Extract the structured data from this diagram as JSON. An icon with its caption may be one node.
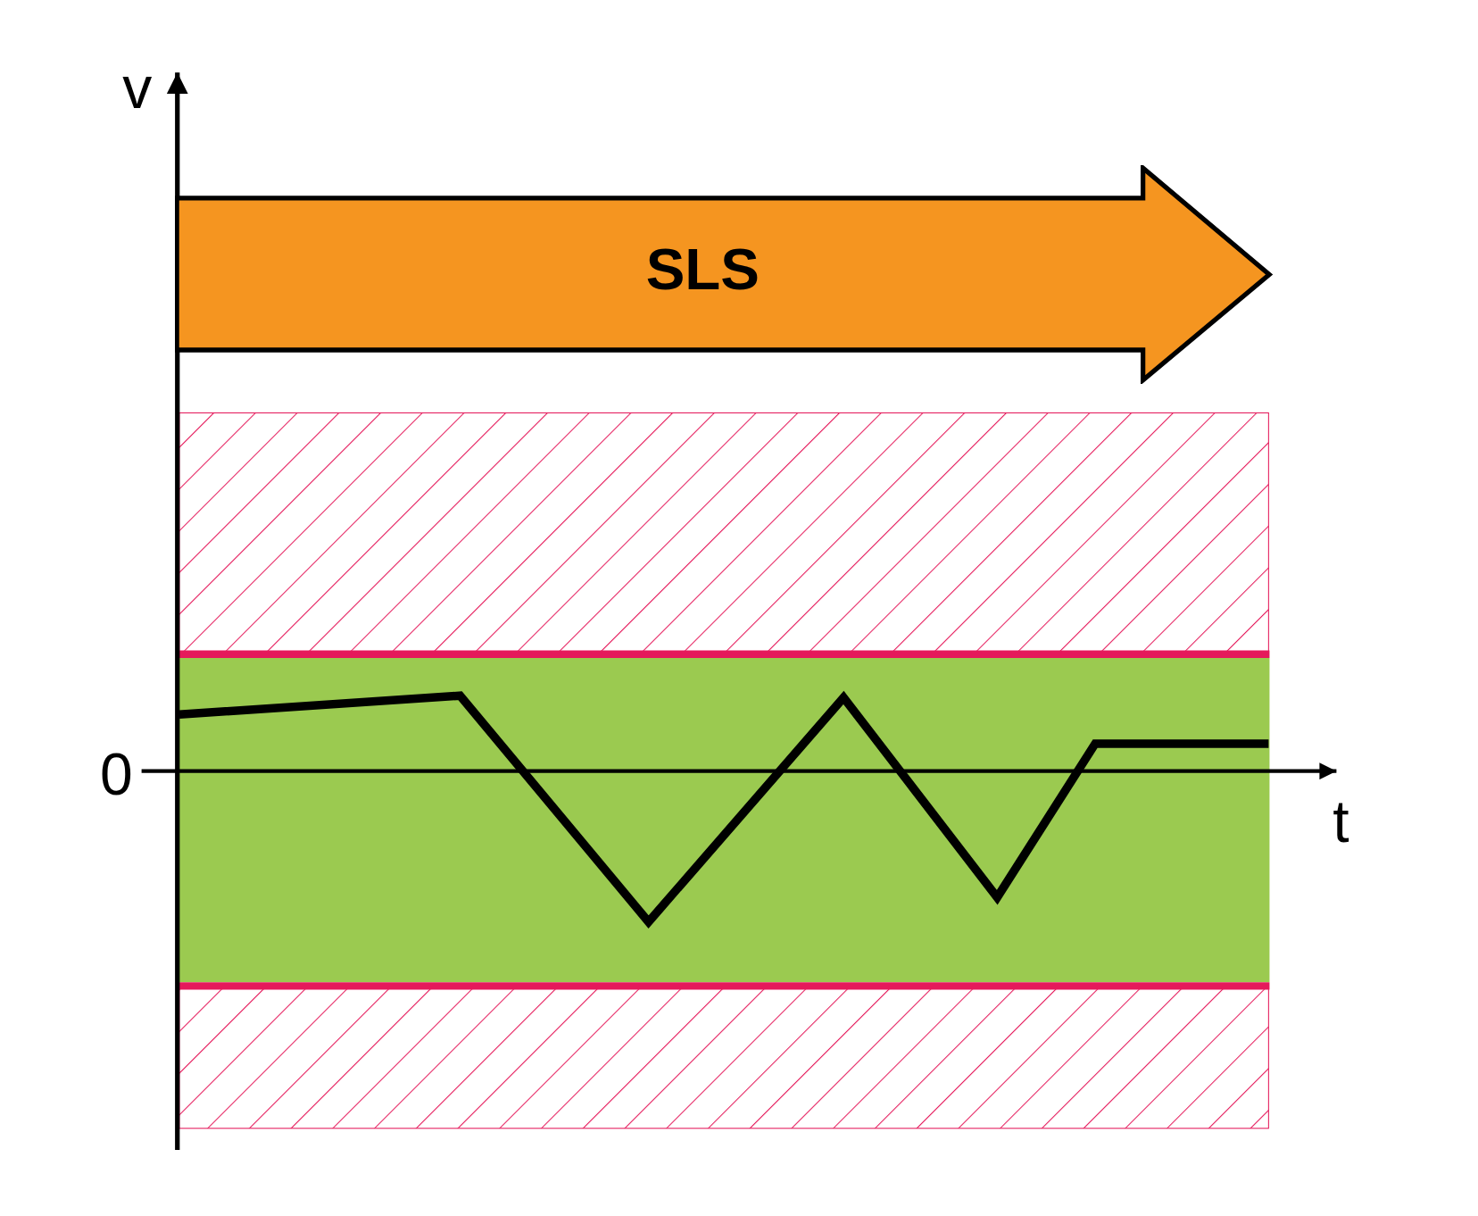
{
  "diagram": {
    "nodes": [
      {
        "text": [
          "SLS"
        ]
      }
    ],
    "edges": [],
    "labels": [
      "v",
      "0",
      "t"
    ]
  }
}
